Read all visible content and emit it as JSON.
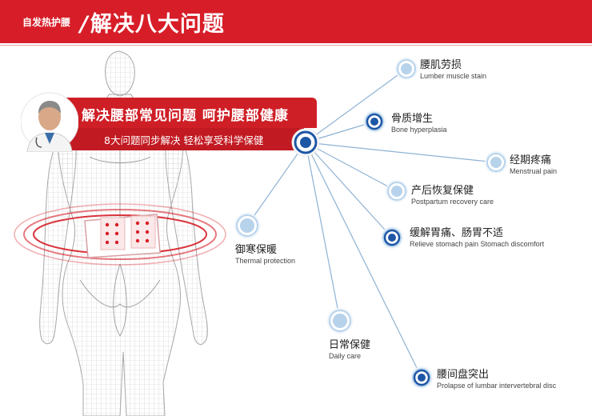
{
  "header": {
    "subtitle": "自发热护腰",
    "title": "解决八大问题"
  },
  "banner": {
    "line1": "解决腰部常见问题   呵护腰部健康",
    "line2": "8大问题同步解决   轻松享受科学保健"
  },
  "colors": {
    "brand_red": "#d71e28",
    "node_blue": "#1d56a5",
    "node_light_blue": "#b7d3ec",
    "line_blue": "#8fb2d4"
  },
  "issues": [
    {
      "zh": "腰肌劳损",
      "en": "Lumber muscle stain"
    },
    {
      "zh": "骨质增生",
      "en": "Bone hyperplasia"
    },
    {
      "zh": "经期疼痛",
      "en": "Menstrual pain"
    },
    {
      "zh": "产后恢复保健",
      "en": "Postpartum recovery care"
    },
    {
      "zh": "缓解胃痛、肠胃不适",
      "en": "Relieve stomach pain Stomach discomfort"
    },
    {
      "zh": "御寒保暖",
      "en": "Thermal protection"
    },
    {
      "zh": "日常保健",
      "en": "Daily care"
    },
    {
      "zh": "腰间盘突出",
      "en": "Prolapse of lumbar intervertebral disc"
    }
  ]
}
